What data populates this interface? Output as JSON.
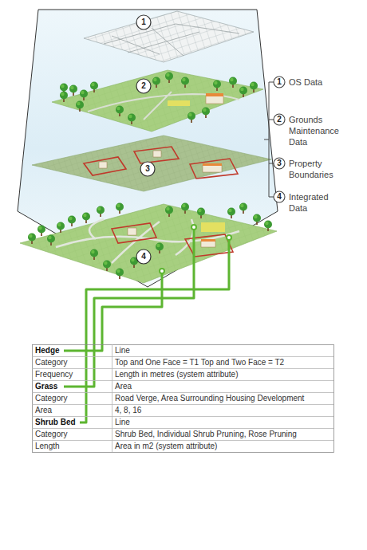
{
  "diagram": {
    "labels": [
      "1",
      "2",
      "3",
      "4",
      "1",
      "OS Data",
      "2",
      "Grounds Maintenance Data",
      "3",
      "Property Boundaries",
      "4",
      "Integrated Data",
      "Hedge",
      "Line",
      "Category",
      "Top and One Face = T1 Top and Two Face = T2",
      "Frequency",
      "Length in metres (system attribute)",
      "Grass",
      "Area",
      "Category",
      "Road Verge, Area Surrounding Housing Development",
      "Area",
      "4, 8, 16",
      "Shrub Bed",
      "Line",
      "Category",
      "Shrub Bed, Individual Shrub Pruning, Rose Pruning",
      "Length",
      "Area in m2 (system attribute)"
    ]
  }
}
